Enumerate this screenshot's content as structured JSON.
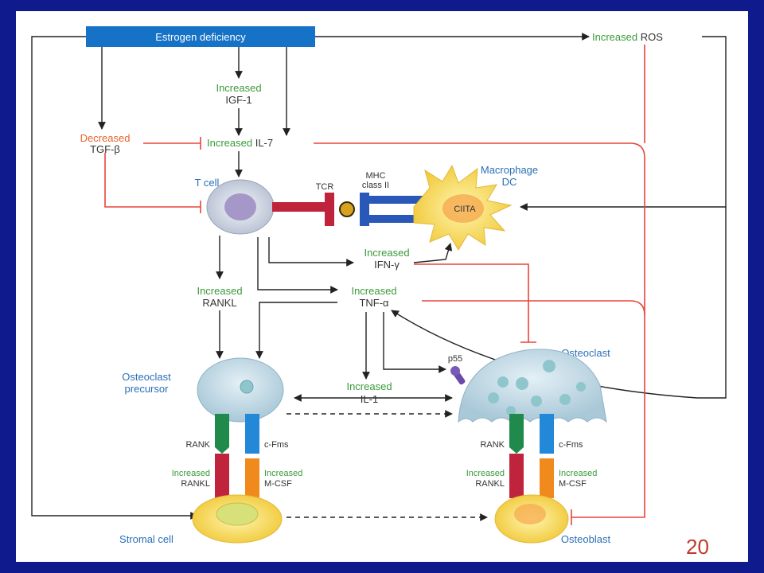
{
  "diagram": {
    "estrogen": "Estrogen deficiency",
    "ros": {
      "prefix": "Increased",
      "name": "ROS"
    },
    "igf1": {
      "prefix": "Increased",
      "name": "IGF-1"
    },
    "il7": {
      "prefix": "Increased",
      "name": "IL-7"
    },
    "tgfb": {
      "prefix": "Decreased",
      "name": "TGF-β"
    },
    "tcell": "T cell",
    "tcr": "TCR",
    "mhc": [
      "MHC",
      "class II"
    ],
    "macrophage": [
      "Macrophage",
      "DC"
    ],
    "ciita": "CIITA",
    "ifng": {
      "prefix": "Increased",
      "name": "IFN-γ"
    },
    "rankl_top": {
      "prefix": "Increased",
      "name": "RANKL"
    },
    "tnfa": {
      "prefix": "Increased",
      "name": "TNF-α"
    },
    "osteoclast": "Osteoclast",
    "p55": "p55",
    "precursor": [
      "Osteoclast",
      "precursor"
    ],
    "il1": {
      "prefix": "Increased",
      "name": "IL-1"
    },
    "rank": "RANK",
    "cfms": "c-Fms",
    "rankl_bottom": {
      "prefix": "Increased",
      "name": "RANKL"
    },
    "mcsf": {
      "prefix": "Increased",
      "name": "M-CSF"
    },
    "stromal": "Stromal cell",
    "osteoblast": "Osteoblast"
  },
  "slide": {
    "page_number": "20"
  },
  "colors": {
    "background": "#0f1a8c",
    "header_box": "#1672c6",
    "increase_text": "#3a9a3a",
    "decrease_text": "#e8632a",
    "cell_label": "#2a6fb8",
    "inhibit_line": "#e8453a",
    "rank_green": "#1f8a4c",
    "cfms_blue": "#2488d8",
    "rankl_red": "#c0243c",
    "mcsf_orange": "#f08a1c",
    "cell_yellow": "#f5e06a",
    "cell_gray": "#c9d3e2",
    "osteoclast_blue": "#c4dbe6"
  }
}
